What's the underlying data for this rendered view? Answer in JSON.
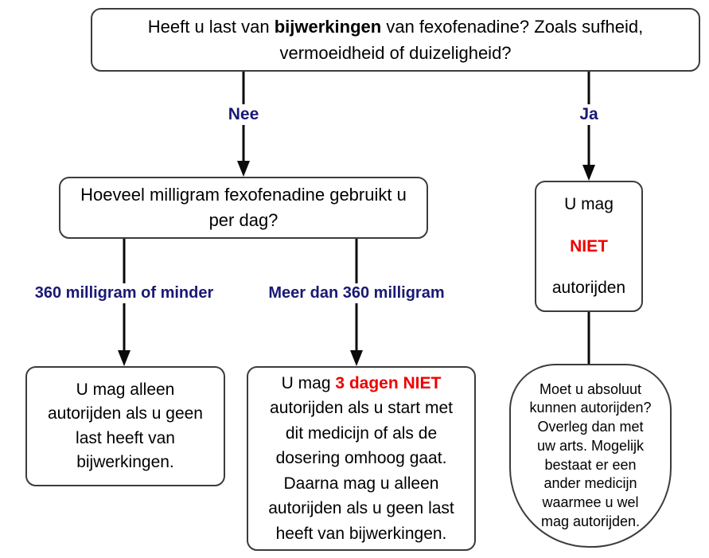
{
  "diagram": {
    "q1": {
      "pre": "Heeft u last van ",
      "bold": "bijwerkingen",
      "post": " van fexofenadine? Zoals sufheid,",
      "line2": "vermoeidheid of duizeligheid?"
    },
    "edges": {
      "nee": "Nee",
      "ja": "Ja",
      "less": "360 milligram of minder",
      "more": "Meer dan 360 milligram"
    },
    "q2": {
      "line1": "Hoeveel milligram fexofenadine gebruikt u",
      "line2": "per dag?"
    },
    "result_left": {
      "lines": [
        "U mag alleen",
        "autorijden als u geen",
        "last heeft van",
        "bijwerkingen."
      ]
    },
    "result_mid": {
      "pre": "U mag ",
      "warning": "3 dagen NIET",
      "lines": [
        "autorijden als u start met",
        "dit medicijn of als de",
        "dosering omhoog gaat.",
        "Daarna mag u alleen",
        "autorijden als u geen last",
        "heeft van bijwerkingen."
      ]
    },
    "result_right": {
      "line1": "U mag",
      "warning": "NIET",
      "line2": "autorijden"
    },
    "consult": {
      "lines": [
        "Moet u absoluut",
        "kunnen autorijden?",
        "Overleg dan met",
        "uw arts. Mogelijk",
        "bestaat er een",
        "ander medicijn",
        "waarmee u wel",
        "mag autorijden."
      ]
    }
  },
  "colors": {
    "label_blue": "#191975",
    "warning_red": "#ee0000",
    "border_gray": "#3c3c3c"
  }
}
